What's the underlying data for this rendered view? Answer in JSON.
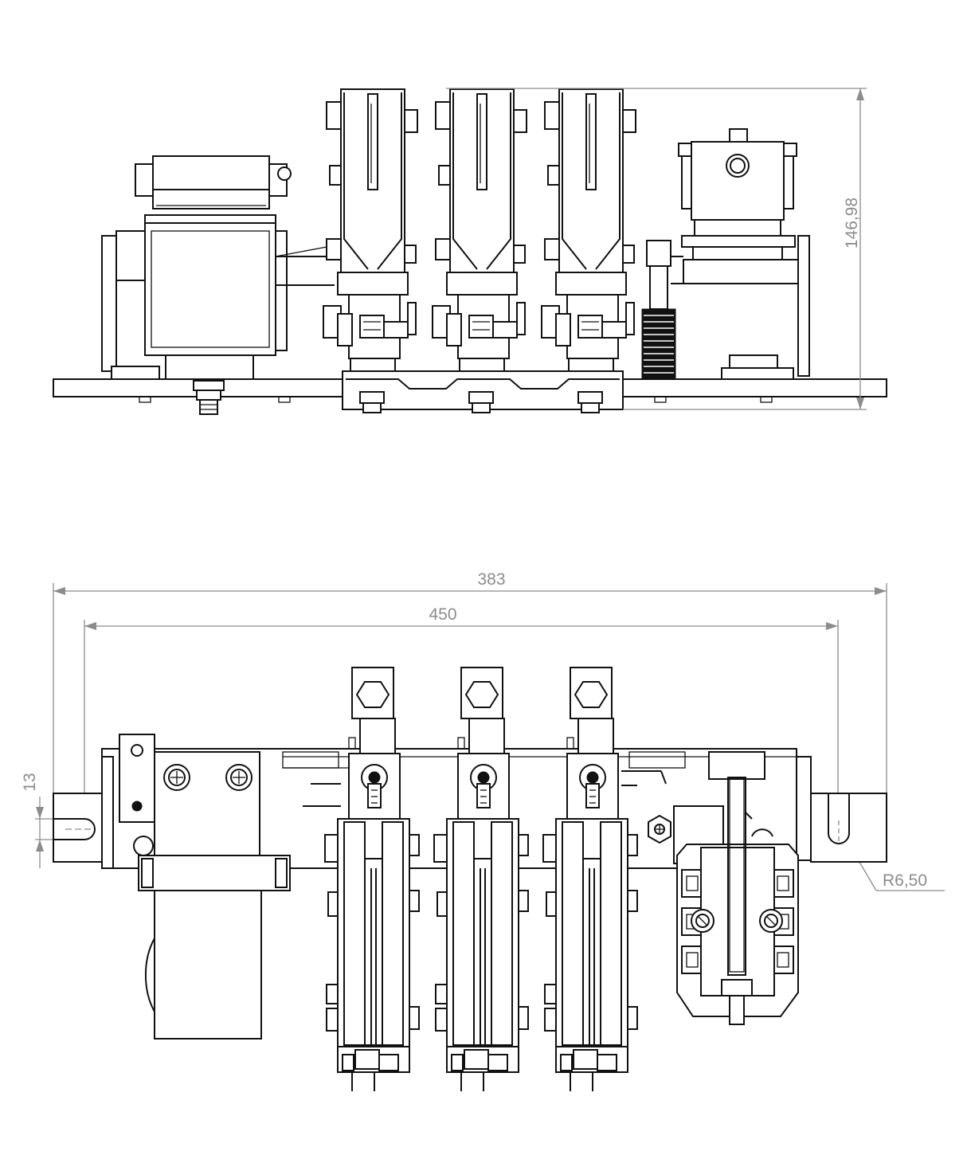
{
  "drawing": {
    "dimensions": {
      "height_side_view": "146,98",
      "overall_width": "383",
      "hole_spacing": "450",
      "slot_width": "13",
      "slot_radius": "R6,50"
    },
    "colors": {
      "line": "#111111",
      "dimension": "#8c8c8c",
      "background": "#ffffff"
    }
  }
}
